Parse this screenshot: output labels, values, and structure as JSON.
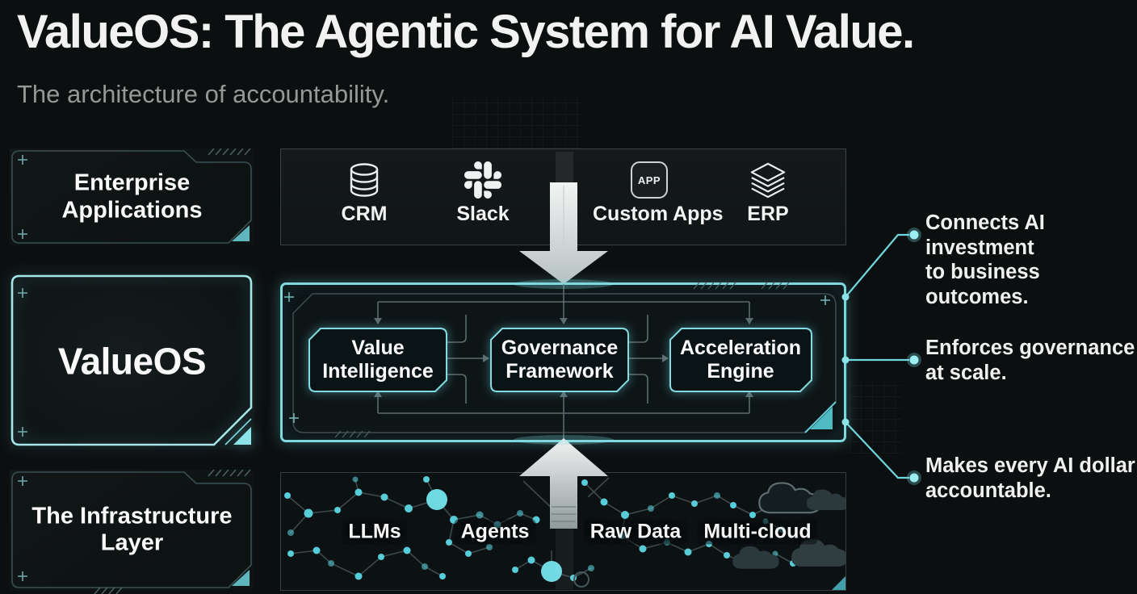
{
  "header": {
    "title": "ValueOS: The Agentic System for AI Value.",
    "subtitle": "The architecture of accountability."
  },
  "left_column": {
    "enterprise": {
      "line1": "Enterprise",
      "line2": "Applications"
    },
    "valueos": {
      "label": "ValueOS"
    },
    "infrastructure": {
      "line1": "The Infrastructure",
      "line2": "Layer"
    }
  },
  "apps_row": {
    "items": [
      {
        "label": "CRM",
        "icon": "database-icon"
      },
      {
        "label": "Slack",
        "icon": "slack-icon"
      },
      {
        "label": "Custom Apps",
        "icon": "app-badge-icon",
        "badge": "APP"
      },
      {
        "label": "ERP",
        "icon": "layers-icon"
      }
    ]
  },
  "core": {
    "modules": [
      {
        "line1": "Value",
        "line2": "Intelligence"
      },
      {
        "line1": "Governance",
        "line2": "Framework"
      },
      {
        "line1": "Acceleration",
        "line2": "Engine"
      }
    ]
  },
  "infrastructure_row": {
    "items": [
      {
        "label": "LLMs"
      },
      {
        "label": "Agents"
      },
      {
        "label": "Raw Data"
      },
      {
        "label": "Multi-cloud"
      }
    ]
  },
  "callouts": [
    {
      "line1": "Connects AI investment",
      "line2": "to business outcomes."
    },
    {
      "line1": "Enforces governance",
      "line2": "at scale."
    },
    {
      "line1": "Makes every AI dollar",
      "line2": "accountable."
    }
  ],
  "colors": {
    "background": "#0c0f10",
    "accent": "#7fd8de",
    "accent_bright": "#9ceef2",
    "panel_border": "#3e4c4e",
    "text_primary": "#f2f2f2",
    "text_secondary": "#979797",
    "circuit_line": "#5b6b6e",
    "node_cyan": "#57cbd7"
  }
}
